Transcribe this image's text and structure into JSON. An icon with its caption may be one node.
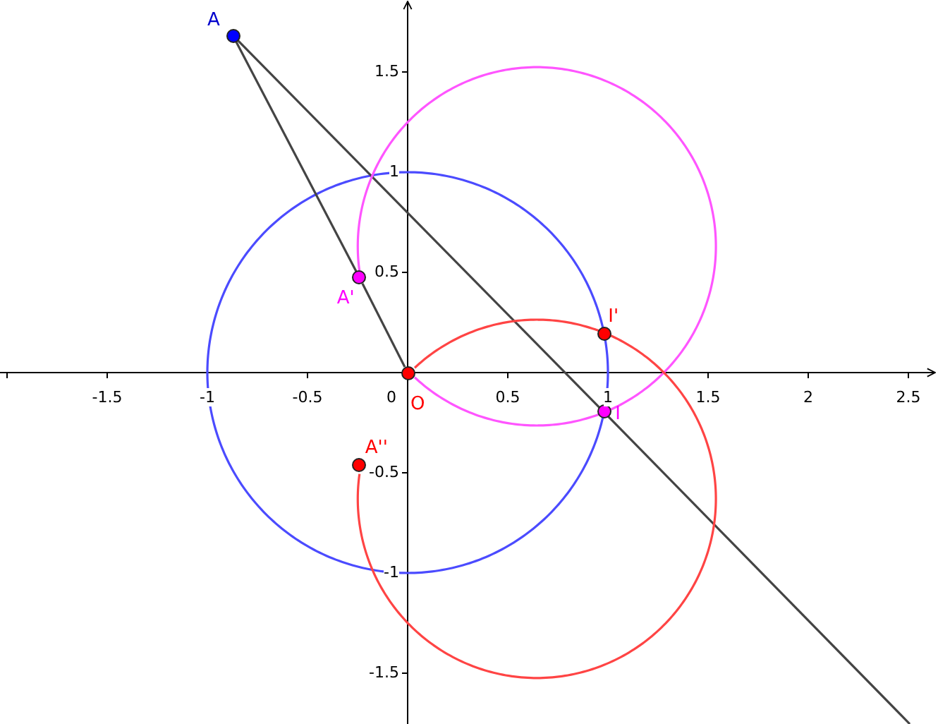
{
  "diagram": {
    "nodes": [
      {
        "text": [
          "A"
        ]
      },
      {
        "text": [
          "A'"
        ]
      },
      {
        "text": [
          "O"
        ]
      },
      {
        "text": [
          "I'"
        ]
      },
      {
        "text": [
          "I"
        ]
      },
      {
        "text": [
          "A''"
        ]
      }
    ],
    "edges": [
      {
        "from": 0,
        "to": 1,
        "arrow": "none"
      },
      {
        "from": 1,
        "to": 2,
        "arrow": "none"
      },
      {
        "from": 0,
        "to": 4,
        "arrow": "none"
      },
      {
        "from": 4,
        "to": null,
        "arrow": "none"
      },
      {
        "from": 1,
        "to": 2,
        "arrow": "none",
        "color": "#ff55ff"
      },
      {
        "from": 5,
        "to": 2,
        "arrow": "none",
        "color": "#ff4444"
      }
    ],
    "labels": [
      "1.5",
      "1",
      "0.5",
      "-1.5",
      "-1",
      "-0.5",
      "0",
      "0.5",
      "1",
      "1.5",
      "2",
      "2.5",
      "-0.5",
      "-1",
      "-1.5"
    ]
  }
}
